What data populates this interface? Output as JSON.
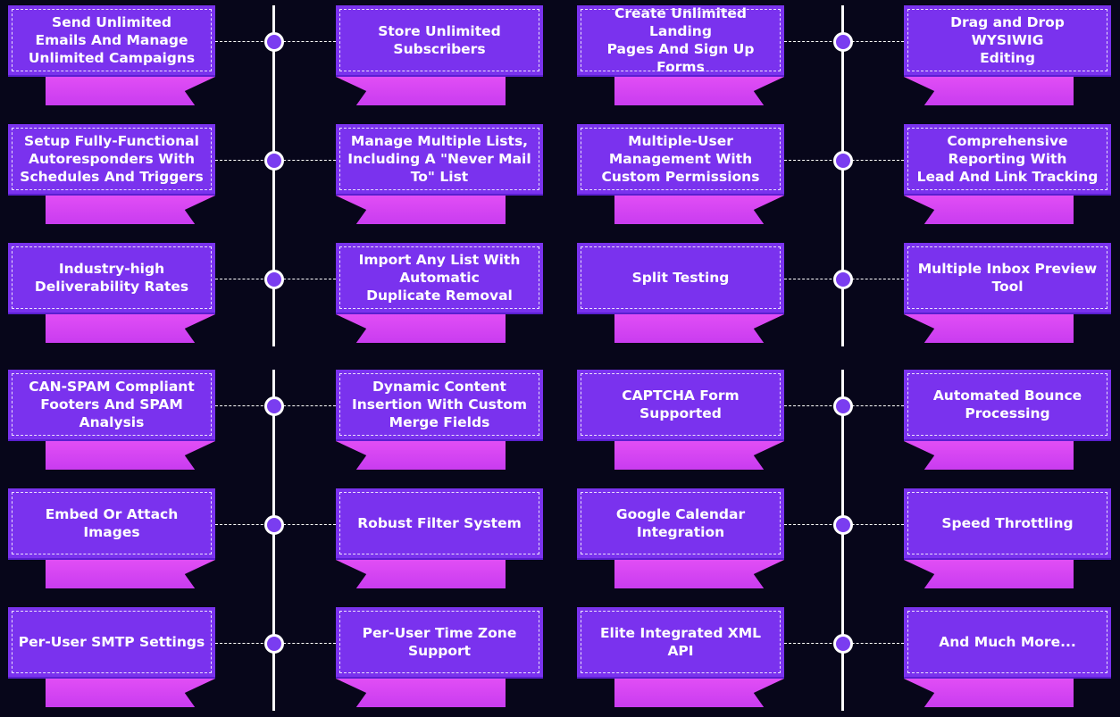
{
  "palette": {
    "background": "#07061a",
    "card": "#7a32ee",
    "ribbon": "#e14ef5",
    "node": "#7a3df0",
    "line": "#ffffff"
  },
  "group_1": {
    "left": [
      {
        "left_card": "Send Unlimited\nEmails And Manage\nUnlimited Campaigns",
        "right_card": "Store Unlimited\nSubscribers"
      },
      {
        "left_card": "Setup Fully-Functional\nAutoresponders With\nSchedules And Triggers",
        "right_card": "Manage Multiple Lists,\nIncluding A \"Never Mail\nTo\" List"
      },
      {
        "left_card": "Industry-high\nDeliverability Rates",
        "right_card": "Import Any List With\nAutomatic\nDuplicate Removal"
      }
    ],
    "right": [
      {
        "left_card": "Create Unlimited Landing\nPages And Sign Up Forms",
        "right_card": "Drag and Drop WYSIWIG\nEditing"
      },
      {
        "left_card": "Multiple-User\nManagement With\nCustom Permissions",
        "right_card": "Comprehensive\nReporting With\nLead And Link Tracking"
      },
      {
        "left_card": "Split Testing",
        "right_card": "Multiple Inbox Preview\nTool"
      }
    ]
  },
  "group_2": {
    "left": [
      {
        "left_card": "CAN-SPAM Compliant\nFooters And SPAM\nAnalysis",
        "right_card": "Dynamic Content\nInsertion With Custom\nMerge Fields"
      },
      {
        "left_card": "Embed Or Attach Images",
        "right_card": "Robust Filter System"
      },
      {
        "left_card": "Per-User SMTP Settings",
        "right_card": "Per-User Time Zone\nSupport"
      }
    ],
    "right": [
      {
        "left_card": "CAPTCHA Form Supported",
        "right_card": "Automated Bounce\nProcessing"
      },
      {
        "left_card": "Google Calendar\nIntegration",
        "right_card": "Speed Throttling"
      },
      {
        "left_card": "Elite Integrated XML API",
        "right_card": "And Much More..."
      }
    ]
  }
}
